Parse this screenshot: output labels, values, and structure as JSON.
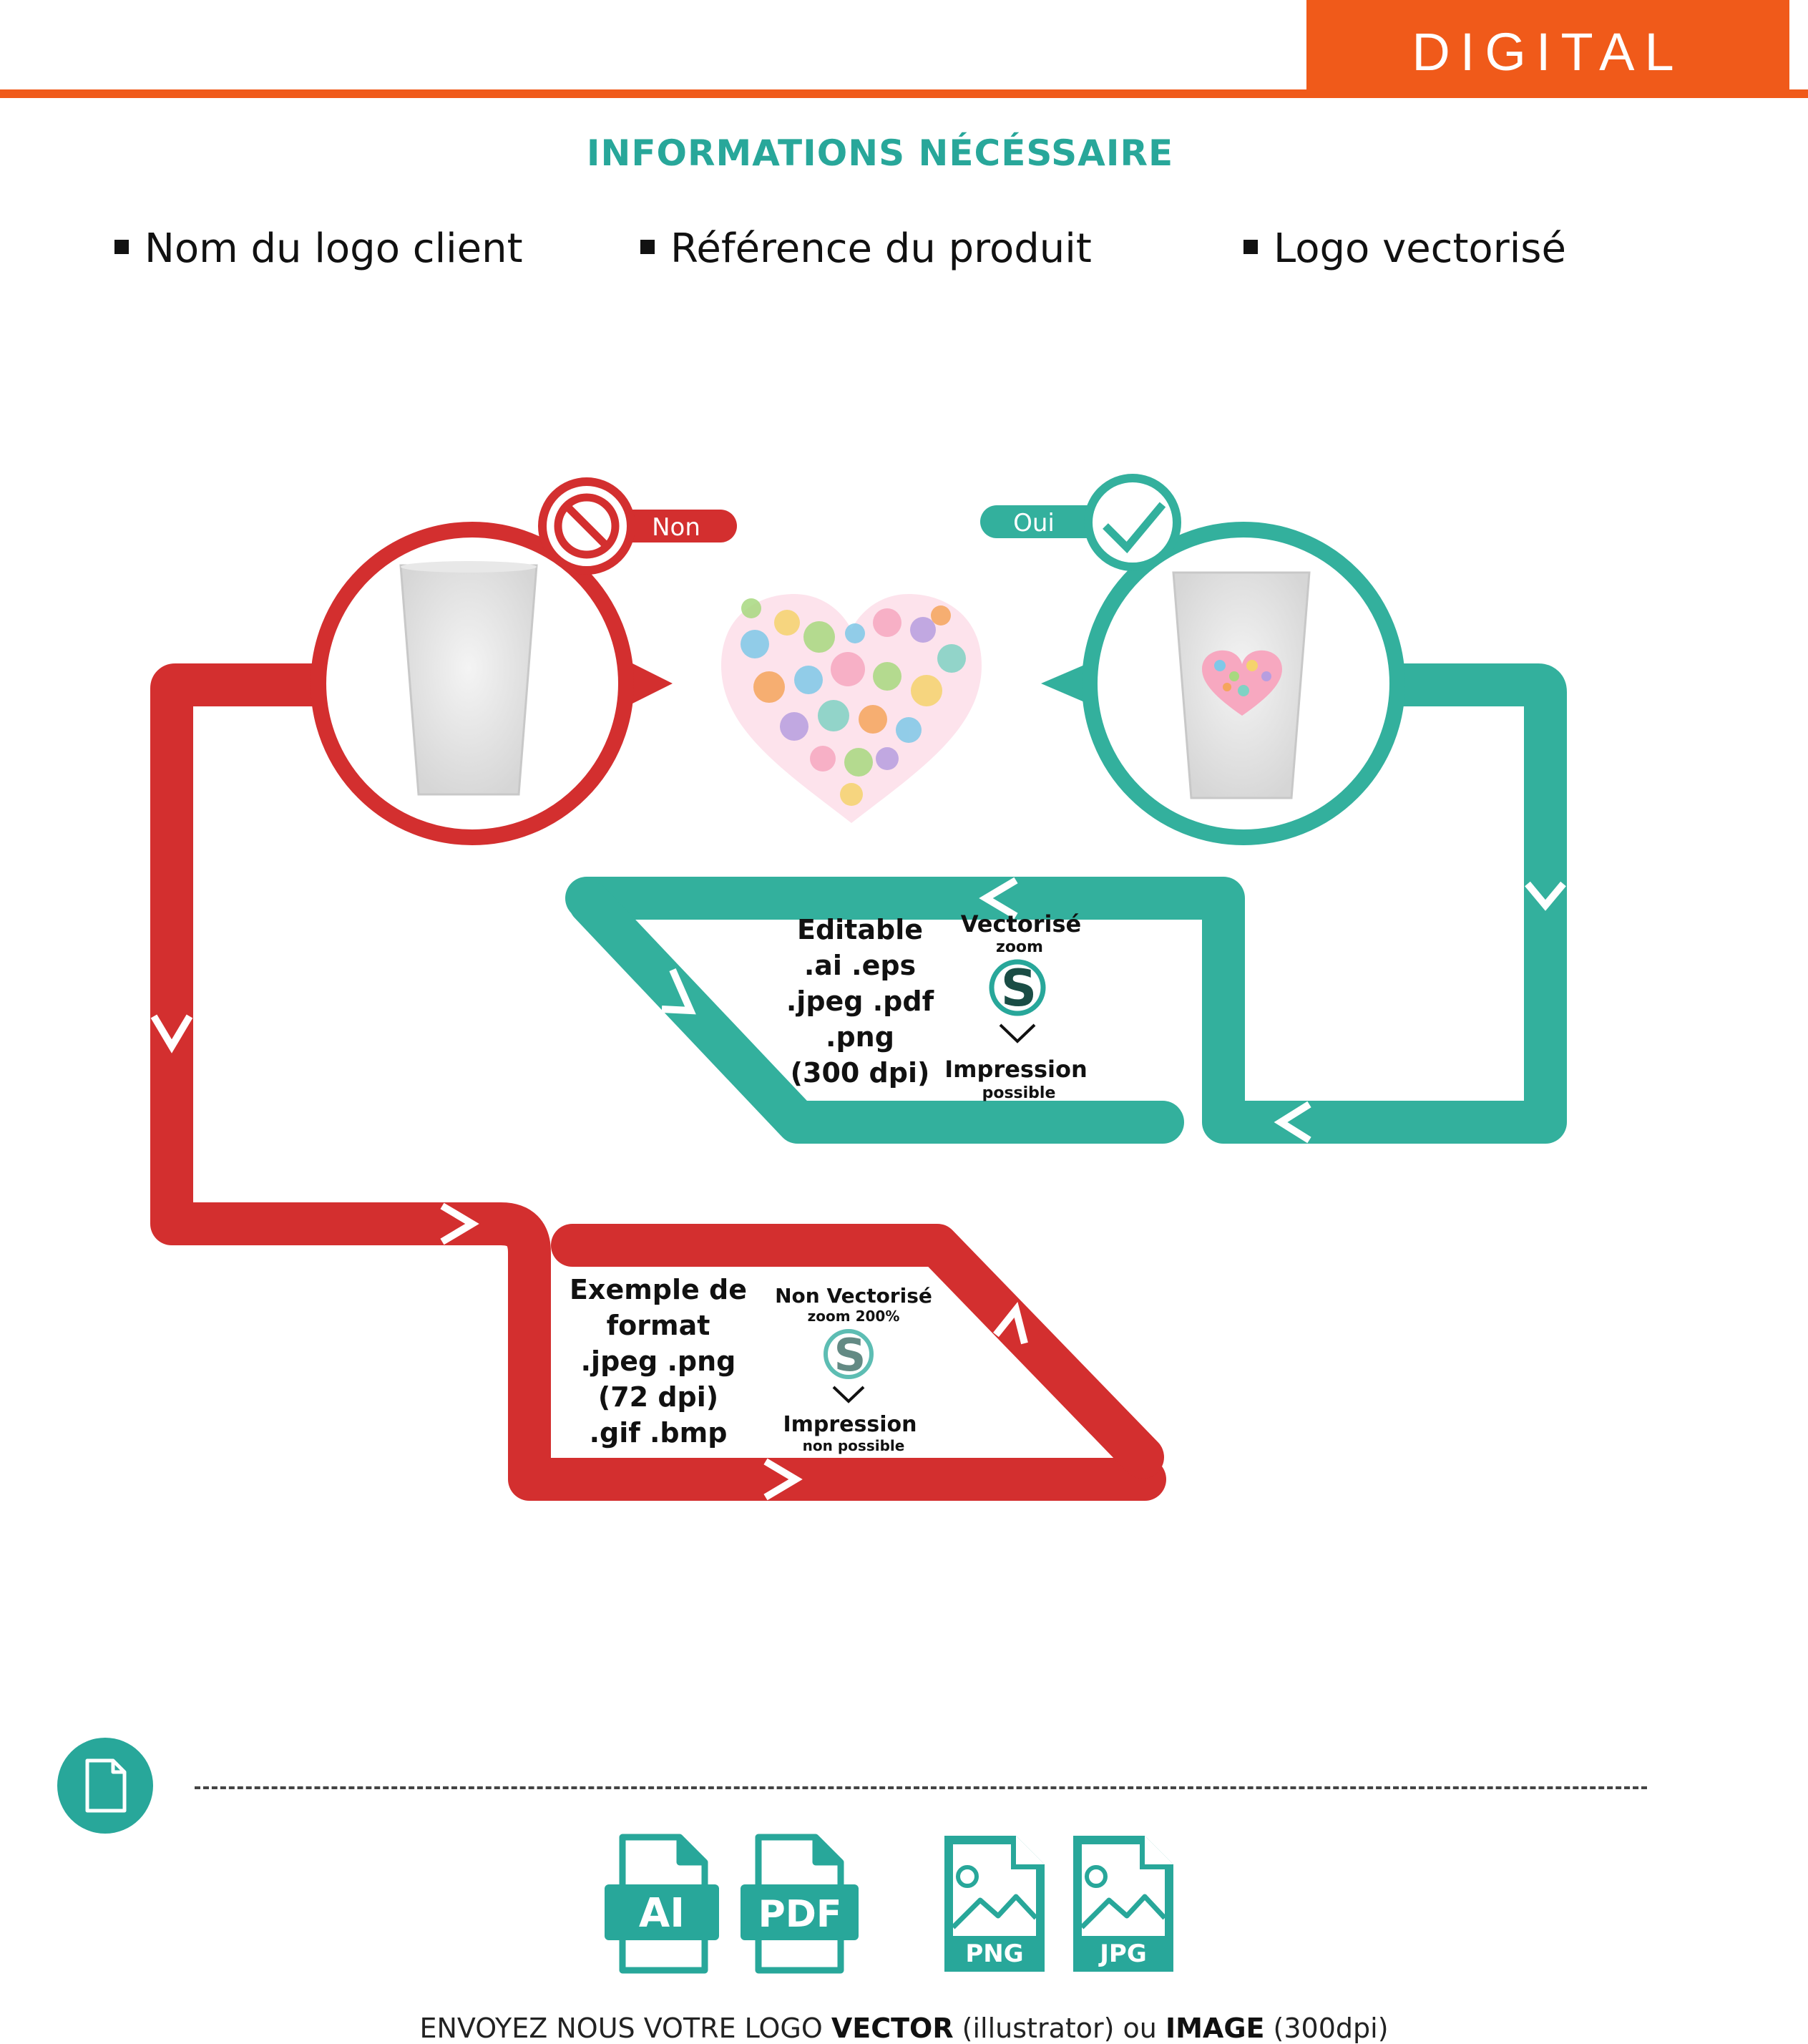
{
  "header": {
    "label": "DIGITAL"
  },
  "title": "INFORMATIONS NÉCÉSSAIRE",
  "requirements": [
    "Nom du logo client",
    "Référence du produit",
    "Logo vectorisé"
  ],
  "diagram": {
    "non_label": "Non",
    "oui_label": "Oui",
    "good_box": {
      "formats": [
        "Editable",
        ".ai .eps",
        ".jpeg .pdf",
        ".png",
        "(300 dpi)"
      ],
      "title": "Vectorisé",
      "zoom": "zoom",
      "result": "Impression",
      "result_sub": "possible"
    },
    "bad_box": {
      "formats": [
        "Exemple de",
        "format",
        ".jpeg .png",
        "(72 dpi)",
        ".gif .bmp"
      ],
      "title": "Non Vectorisé",
      "zoom": "zoom 200%",
      "result": "Impression",
      "result_sub": "non possible"
    },
    "sample_letter": "S"
  },
  "file_types": [
    "AI",
    "PDF",
    "PNG",
    "JPG"
  ],
  "footer": {
    "part1": "ENVOYEZ NOUS VOTRE LOGO ",
    "vector": "VECTOR",
    "part2": " (illustrator) ou ",
    "image": "IMAGE",
    "part3": " (300dpi)"
  },
  "colors": {
    "orange": "#f05a1a",
    "teal": "#28a79a",
    "red": "#d32f2f"
  }
}
